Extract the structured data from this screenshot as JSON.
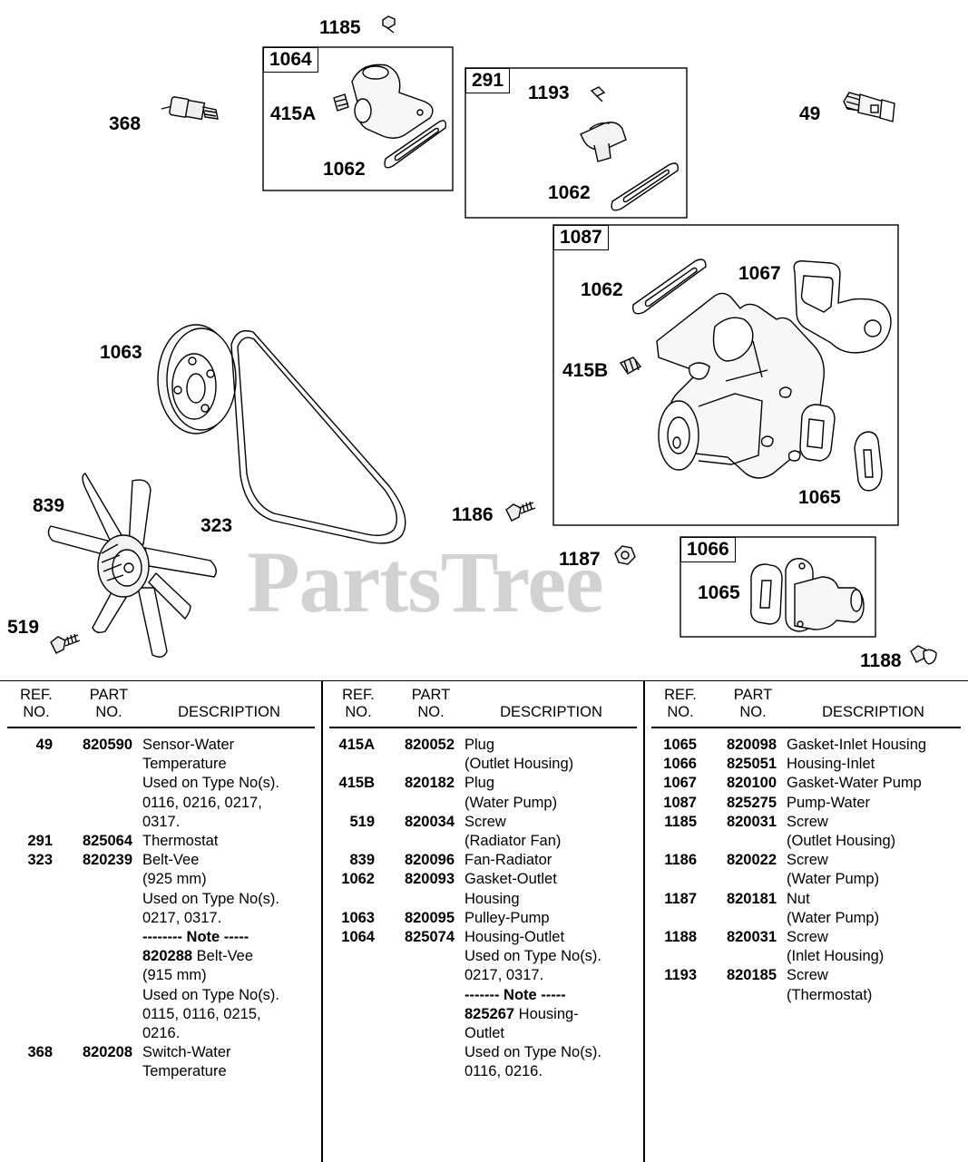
{
  "watermark": "PartsTree",
  "callouts": {
    "c1185": "1185",
    "c1064": "1064",
    "c415a": "415A",
    "c1062a": "1062",
    "c368": "368",
    "c291": "291",
    "c1193": "1193",
    "c1062b": "1062",
    "c49": "49",
    "c1087": "1087",
    "c1062c": "1062",
    "c1067": "1067",
    "c415b": "415B",
    "c1065a": "1065",
    "c1063": "1063",
    "c839": "839",
    "c323": "323",
    "c1186": "1186",
    "c1187": "1187",
    "c1066": "1066",
    "c1065b": "1065",
    "c519": "519",
    "c1188": "1188"
  },
  "table": {
    "headers": {
      "ref": "REF.\nNO.",
      "part": "PART\nNO.",
      "desc": "DESCRIPTION"
    },
    "columns": [
      [
        {
          "ref": "49",
          "part": "820590",
          "lines": [
            "Sensor-Water",
            "Temperature",
            "Used on Type No(s).",
            "0116, 0216, 0217,",
            "0317."
          ]
        },
        {
          "ref": "291",
          "part": "825064",
          "lines": [
            "Thermostat"
          ]
        },
        {
          "ref": "323",
          "part": "820239",
          "lines": [
            "Belt-Vee",
            "(925 mm)",
            "Used on Type No(s).",
            "0217, 0317."
          ],
          "note": "-------- Note -----",
          "sub_part": "820288",
          "sub_lines": [
            "Belt-Vee",
            "(915 mm)",
            "Used on Type No(s).",
            "0115, 0116, 0215,",
            "0216."
          ]
        },
        {
          "ref": "368",
          "part": "820208",
          "lines": [
            "Switch-Water",
            "Temperature"
          ]
        }
      ],
      [
        {
          "ref": "415A",
          "part": "820052",
          "lines": [
            "Plug",
            "(Outlet Housing)"
          ]
        },
        {
          "ref": "415B",
          "part": "820182",
          "lines": [
            "Plug",
            "(Water Pump)"
          ]
        },
        {
          "ref": "519",
          "part": "820034",
          "lines": [
            "Screw",
            "(Radiator Fan)"
          ]
        },
        {
          "ref": "839",
          "part": "820096",
          "lines": [
            "Fan-Radiator"
          ]
        },
        {
          "ref": "1062",
          "part": "820093",
          "lines": [
            "Gasket-Outlet",
            "Housing"
          ]
        },
        {
          "ref": "1063",
          "part": "820095",
          "lines": [
            "Pulley-Pump"
          ]
        },
        {
          "ref": "1064",
          "part": "825074",
          "lines": [
            "Housing-Outlet",
            "Used on Type No(s).",
            "0217, 0317."
          ],
          "note": "------- Note -----",
          "sub_part": "825267",
          "sub_lines": [
            "Housing-",
            "Outlet",
            "Used on Type No(s).",
            "0116, 0216."
          ]
        }
      ],
      [
        {
          "ref": "1065",
          "part": "820098",
          "lines": [
            "Gasket-Inlet Housing"
          ]
        },
        {
          "ref": "1066",
          "part": "825051",
          "lines": [
            "Housing-Inlet"
          ]
        },
        {
          "ref": "1067",
          "part": "820100",
          "lines": [
            "Gasket-Water Pump"
          ]
        },
        {
          "ref": "1087",
          "part": "825275",
          "lines": [
            "Pump-Water"
          ]
        },
        {
          "ref": "1185",
          "part": "820031",
          "lines": [
            "Screw",
            "(Outlet  Housing)"
          ]
        },
        {
          "ref": "1186",
          "part": "820022",
          "lines": [
            "Screw",
            "(Water Pump)"
          ]
        },
        {
          "ref": "1187",
          "part": "820181",
          "lines": [
            "Nut",
            "(Water Pump)"
          ]
        },
        {
          "ref": "1188",
          "part": "820031",
          "lines": [
            "Screw",
            "(Inlet  Housing)"
          ]
        },
        {
          "ref": "1193",
          "part": "820185",
          "lines": [
            "Screw",
            "(Thermostat)"
          ]
        }
      ]
    ]
  }
}
